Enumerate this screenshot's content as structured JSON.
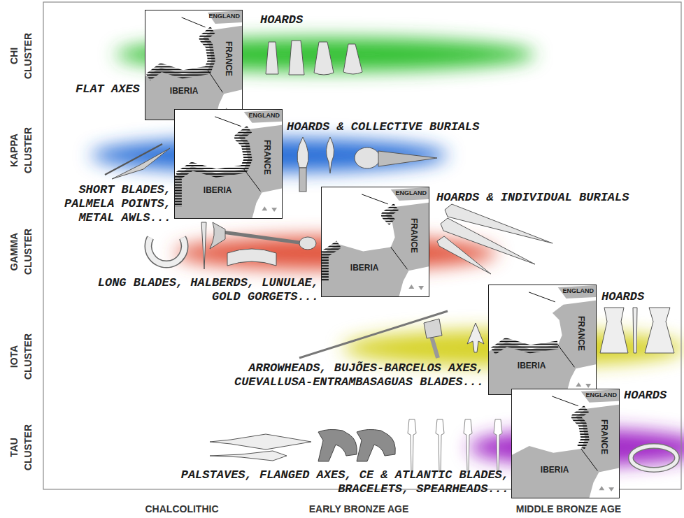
{
  "diagram": {
    "nodes": [
      {
        "text": [
          "ENGLAND",
          "FRANCE",
          "IBERIA"
        ]
      },
      {
        "text": [
          "ENGLAND",
          "FRANCE",
          "IBERIA"
        ]
      },
      {
        "text": [
          "ENGLAND",
          "FRANCE",
          "IBERIA"
        ]
      },
      {
        "text": [
          "ENGLAND",
          "FRANCE",
          "IBERIA"
        ]
      },
      {
        "text": [
          "ENGLAND",
          "FRANCE",
          "IBERIA"
        ]
      }
    ],
    "labels": [
      "CHI CLUSTER",
      "KAPPA CLUSTER",
      "GAMMA CLUSTER",
      "IOTA CLUSTER",
      "TAU CLUSTER",
      "HOARDS",
      "FLAT AXES",
      "HOARDS & COLLECTIVE BURIALS",
      "SHORT BLADES, PALMELA POINTS, METAL AWLS...",
      "HOARDS & INDIVIDUAL BURIALS",
      "LONG BLADES, HALBERDS, LUNULAE, GOLD GORGETS...",
      "HOARDS",
      "ARROWHEADS, BUJÕES-BARCELOS AXES, CUEVALLUSA-ENTRAMBASAGUAS BLADES...",
      "HOARDS",
      "PALSTAVES, FLANGED AXES, CE & ATLANTIC BLADES, BRACELETS, SPEARHEADS...",
      "CHALCOLITHIC",
      "EARLY BRONZE AGE",
      "MIDDLE BRONZE AGE"
    ]
  }
}
